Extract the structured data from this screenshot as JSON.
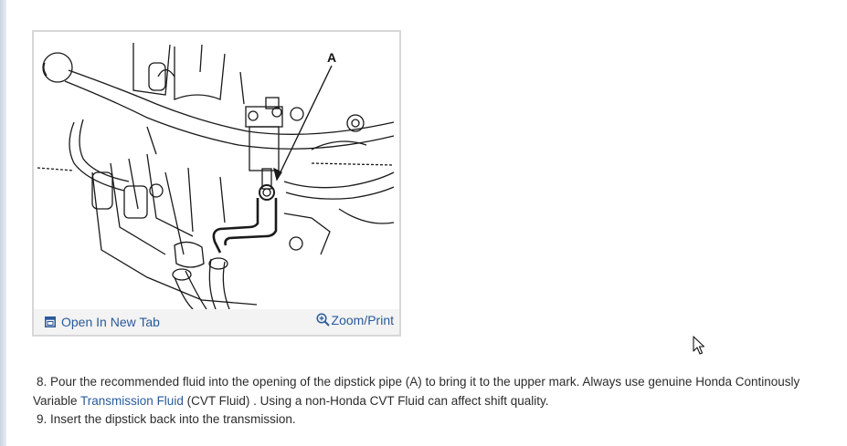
{
  "figure": {
    "callout_label": "A",
    "open_tab_label": "Open In New Tab",
    "zoom_print_label": "Zoom/Print"
  },
  "steps": [
    {
      "number": "8.",
      "text_before": "Pour the recommended fluid into the opening of the dipstick pipe (A) to bring it to the upper mark. Always use genuine Honda Continously Variable",
      "link_text": "Transmission Fluid",
      "text_after": "(CVT Fluid) . Using a non-Honda CVT Fluid can affect shift quality."
    },
    {
      "number": "9.",
      "text": "Insert the dipstick back into the transmission."
    }
  ],
  "colors": {
    "link": "#2a5a9b",
    "figure_border": "#d7d7d7",
    "figure_bar": "#f3f3f3"
  }
}
